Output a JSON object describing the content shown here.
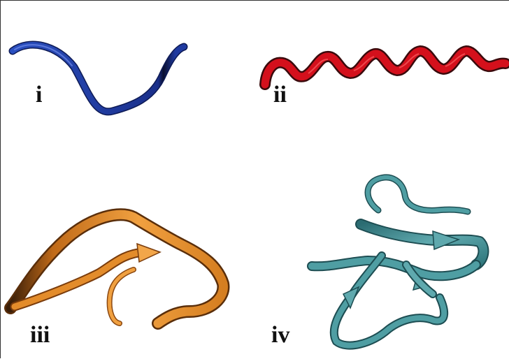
{
  "panels": [
    {
      "label": "i",
      "structure": "random-coil",
      "color": "#1f3a9e"
    },
    {
      "label": "ii",
      "structure": "alpha-helix",
      "color": "#d4101c"
    },
    {
      "label": "iii",
      "structure": "beta-hairpin",
      "color": "#e8902a"
    },
    {
      "label": "iv",
      "structure": "beta-sheet-fold",
      "color": "#3f8f94"
    }
  ]
}
